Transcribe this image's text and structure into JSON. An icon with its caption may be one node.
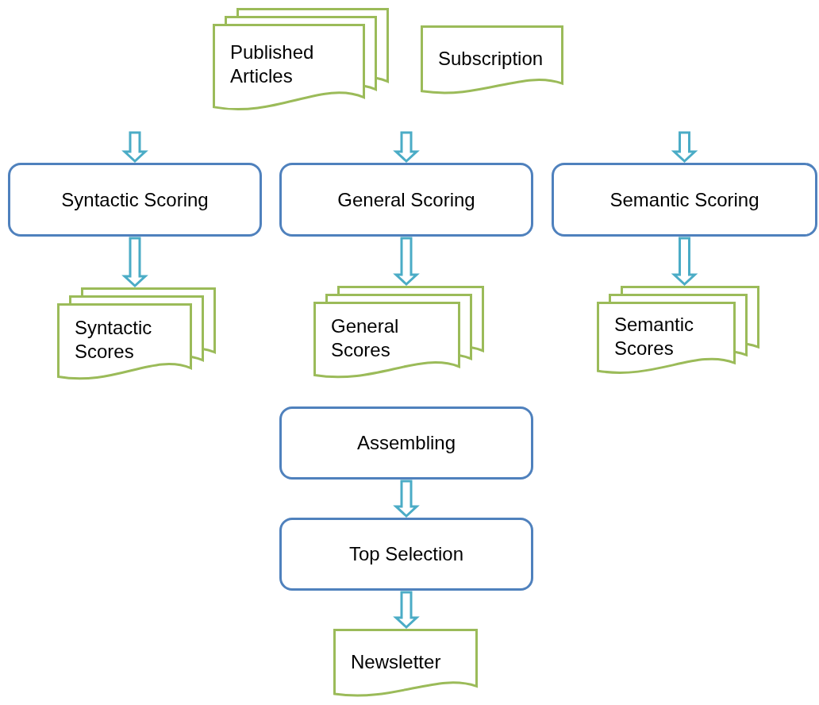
{
  "diagram": {
    "nodes": [
      {
        "text": [
          "Published Articles"
        ]
      },
      {
        "text": [
          "Subscription"
        ]
      },
      {
        "text": [
          "Syntactic Scoring"
        ]
      },
      {
        "text": [
          "General Scoring"
        ]
      },
      {
        "text": [
          "Semantic Scoring"
        ]
      },
      {
        "text": [
          "Syntactic Scores"
        ]
      },
      {
        "text": [
          "General Scores"
        ]
      },
      {
        "text": [
          "Semantic Scores"
        ]
      },
      {
        "text": [
          "Assembling"
        ]
      },
      {
        "text": [
          "Top Selection"
        ]
      },
      {
        "text": [
          "Newsletter"
        ]
      }
    ],
    "edges": [
      {
        "from": null,
        "to": 2,
        "arrow": "to"
      },
      {
        "from": null,
        "to": 3,
        "arrow": "to"
      },
      {
        "from": null,
        "to": 4,
        "arrow": "to"
      },
      {
        "from": 2,
        "to": 5,
        "arrow": "to"
      },
      {
        "from": 3,
        "to": 6,
        "arrow": "to"
      },
      {
        "from": 4,
        "to": 7,
        "arrow": "to"
      },
      {
        "from": 8,
        "to": 9,
        "arrow": "to"
      },
      {
        "from": 9,
        "to": 10,
        "arrow": "to"
      }
    ]
  }
}
